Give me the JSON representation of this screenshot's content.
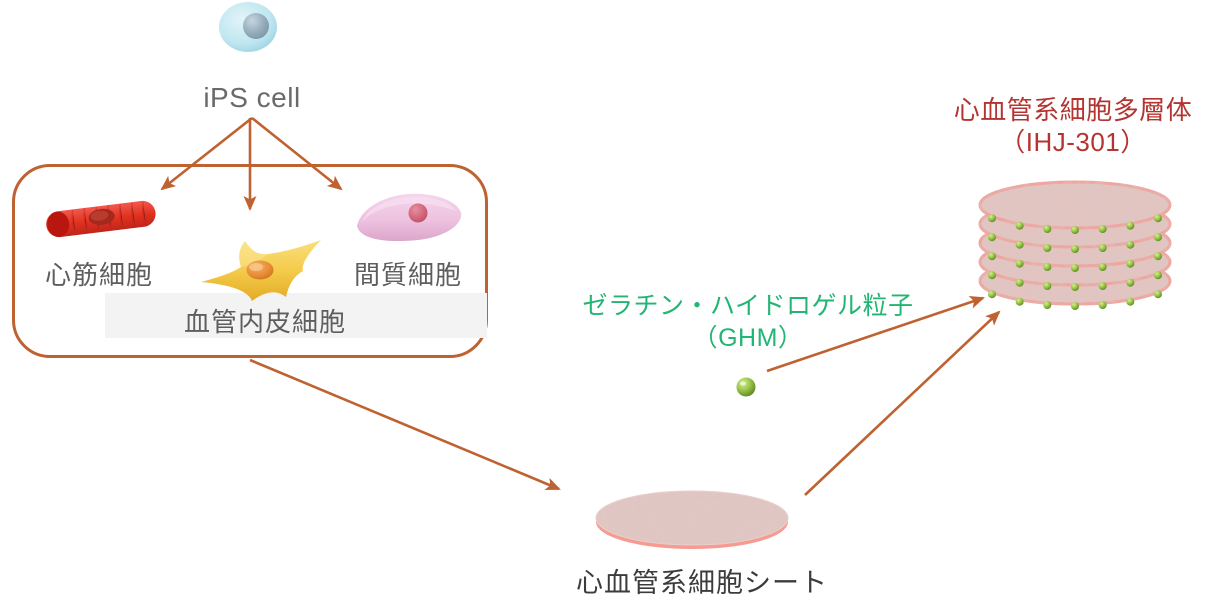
{
  "diagram": {
    "ips": {
      "label": "iPS cell"
    },
    "cells": {
      "cardiomyocyte": "心筋細胞",
      "endothelial": "血管内皮細胞",
      "stromal": "間質細胞"
    },
    "ghm": {
      "name": "ゼラチン・ハイドロゲル粒子",
      "abbr": "（GHM）"
    },
    "sheet": {
      "label": "心血管系細胞シート"
    },
    "multilayer": {
      "name": "心血管系細胞多層体",
      "code": "（IHJ-301）",
      "layers": 5,
      "particles_per_row": 7
    },
    "colors": {
      "arrow": "#bf6231",
      "box_border": "#bf6231",
      "ips_label": "#6a6a6a",
      "cell_label": "#5e5e5e",
      "ghm_text": "#22b573",
      "sheet_label": "#3c3c3c",
      "multilayer_text": "#b43431"
    }
  }
}
